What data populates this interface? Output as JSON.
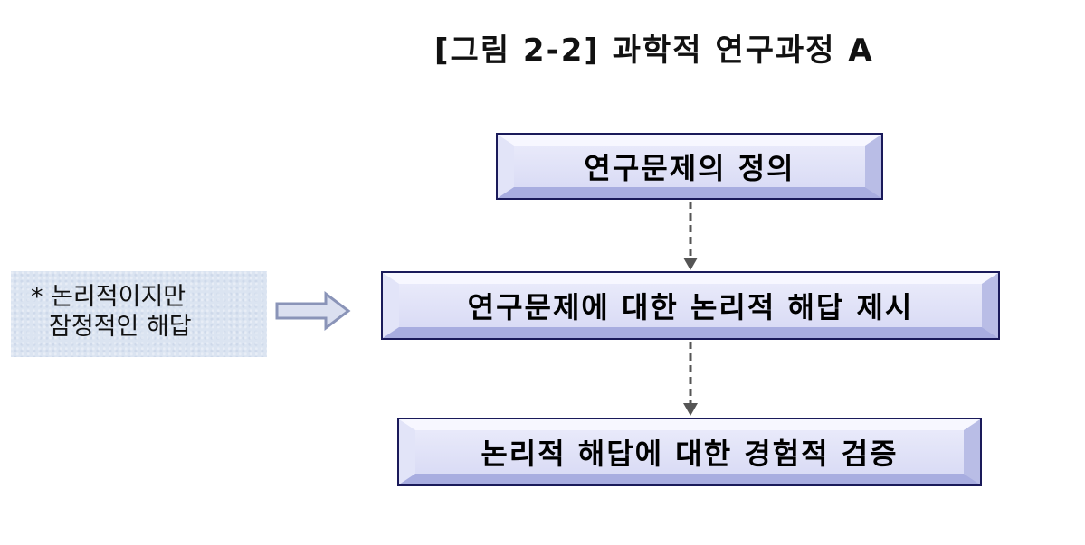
{
  "figure": {
    "title": "[그림 2-2] 과학적 연구과정 A"
  },
  "steps": [
    {
      "label": "연구문제의 정의"
    },
    {
      "label": "연구문제에 대한 논리적 해답 제시"
    },
    {
      "label": "논리적 해답에 대한 경험적 검증"
    }
  ],
  "note": {
    "line1": "* 논리적이지만",
    "line2": "잠정적인 해답"
  },
  "colors": {
    "box_border": "#1a1a5a",
    "box_fill_top": "#ecedfb",
    "box_fill_bottom": "#d6d8f4",
    "dashed_arrow": "#555555",
    "hollow_arrow_stroke": "#8a94b8",
    "hollow_arrow_fill": "#dbe0f0",
    "note_background": "#dbe4f1"
  },
  "icons": {
    "connector": "dashed-down-arrow-icon",
    "pointer": "hollow-right-arrow-icon"
  }
}
